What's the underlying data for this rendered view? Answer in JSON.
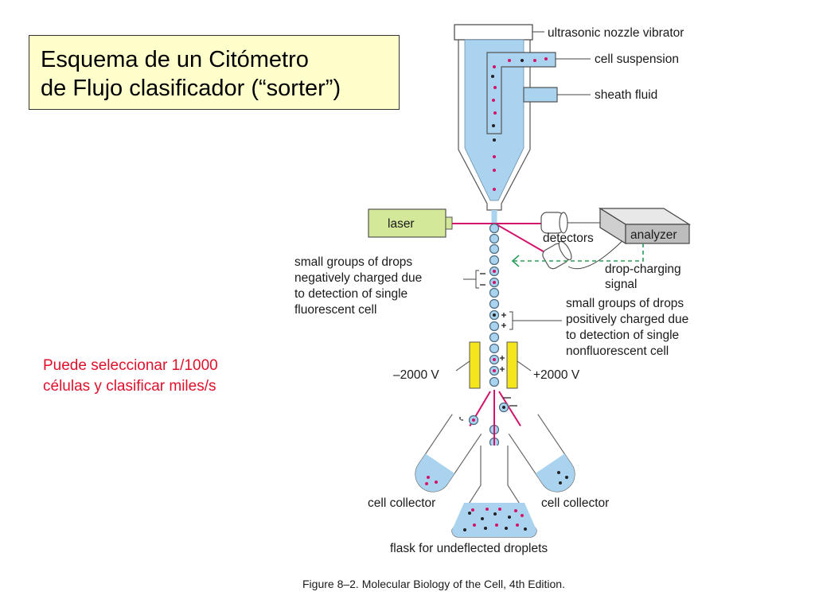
{
  "slide": {
    "title_line1": "Esquema de un Citómetro",
    "title_line2": "de Flujo clasificador (“sorter”)",
    "note_line1": "Puede seleccionar 1/1000",
    "note_line2": "células y clasificar miles/s"
  },
  "diagram": {
    "nozzle_vibrator": "ultrasonic nozzle vibrator",
    "cell_suspension": "cell suspension",
    "sheath_fluid": "sheath fluid",
    "laser": "laser",
    "detectors": "detectors",
    "analyzer": "analyzer",
    "drop_charging_1": "drop-charging",
    "drop_charging_2": "signal",
    "neg_1": "small groups of drops",
    "neg_2": "negatively charged due",
    "neg_3": "to detection of single",
    "neg_4": "fluorescent cell",
    "pos_1": "small groups of drops",
    "pos_2": "positively charged due",
    "pos_3": "to detection of single",
    "pos_4": "nonfluorescent cell",
    "volt_neg": "–2000 V",
    "volt_pos": "+2000 V",
    "collector_left": "cell collector",
    "collector_right": "cell collector",
    "flask": "flask for undeflected droplets",
    "caption": "Figure 8–2. Molecular Biology of the Cell, 4th Edition."
  },
  "colors": {
    "fluid": "#a9d3ee",
    "laser_box": "#d4e89a",
    "magenta": "#d3136b",
    "dash_green": "#2a9d5a",
    "plate": "#f4e61a",
    "note_red": "#e0102a"
  }
}
